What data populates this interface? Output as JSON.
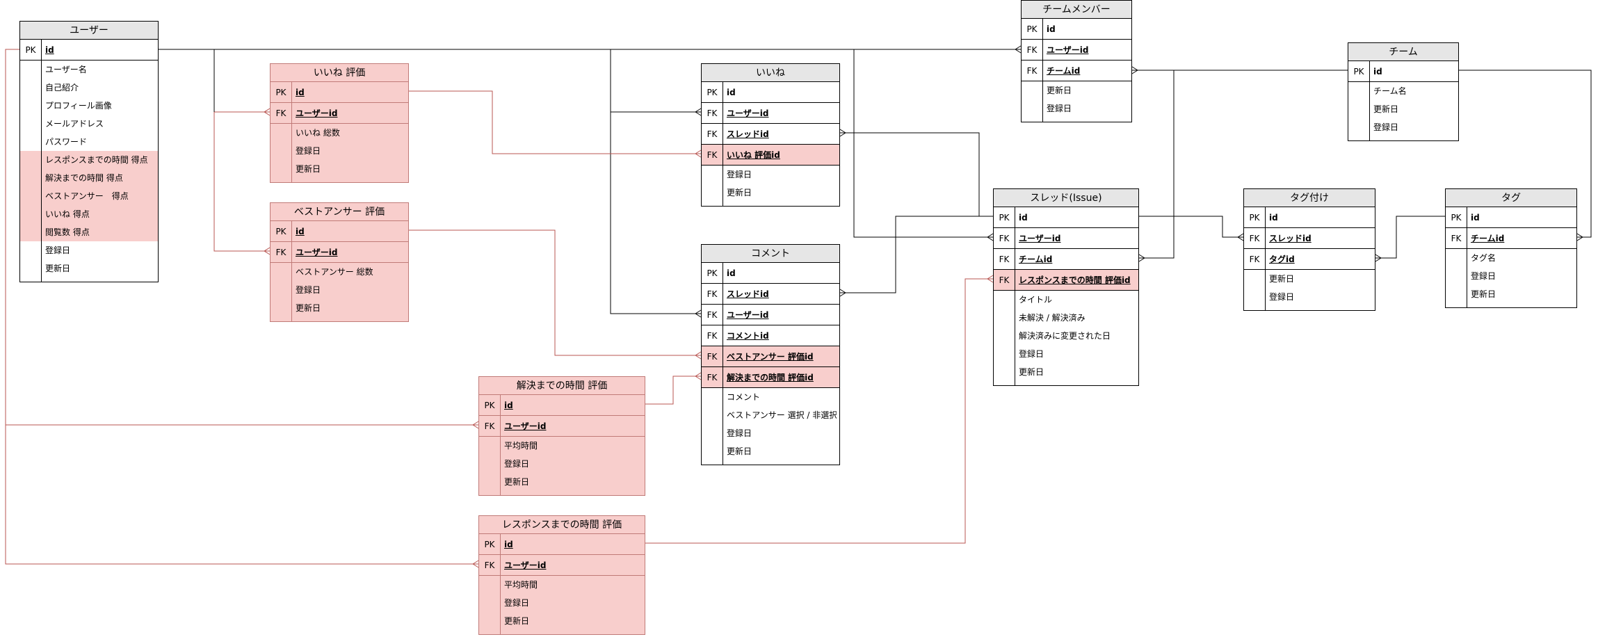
{
  "entities": [
    {
      "id": "user",
      "title": "ユーザー",
      "pink": false,
      "keys": [
        {
          "k": "PK",
          "n": "id",
          "u": true
        }
      ],
      "fields": [
        {
          "n": "ユーザー名"
        },
        {
          "n": "自己紹介"
        },
        {
          "n": "プロフィール画像"
        },
        {
          "n": "メールアドレス"
        },
        {
          "n": "パスワード"
        },
        {
          "n": "レスポンスまでの時間 得点",
          "hl": true
        },
        {
          "n": "解決までの時間 得点",
          "hl": true
        },
        {
          "n": "ベストアンサー　得点",
          "hl": true
        },
        {
          "n": "いいね 得点",
          "hl": true
        },
        {
          "n": "閲覧数 得点",
          "hl": true
        },
        {
          "n": "登録日"
        },
        {
          "n": "更新日"
        }
      ]
    },
    {
      "id": "like_eval",
      "title": "いいね 評価",
      "pink": true,
      "keys": [
        {
          "k": "PK",
          "n": "id",
          "u": true
        },
        {
          "k": "FK",
          "n": "ユーザーid",
          "u": true
        }
      ],
      "fields": [
        {
          "n": "いいね 総数"
        },
        {
          "n": "登録日"
        },
        {
          "n": "更新日"
        }
      ]
    },
    {
      "id": "ba_eval",
      "title": "ベストアンサー 評価",
      "pink": true,
      "keys": [
        {
          "k": "PK",
          "n": "id",
          "u": true
        },
        {
          "k": "FK",
          "n": "ユーザーid",
          "u": true
        }
      ],
      "fields": [
        {
          "n": "ベストアンサー 総数"
        },
        {
          "n": "登録日"
        },
        {
          "n": "更新日"
        }
      ]
    },
    {
      "id": "resolve_eval",
      "title": "解決までの時間 評価",
      "pink": true,
      "keys": [
        {
          "k": "PK",
          "n": "id",
          "u": true
        },
        {
          "k": "FK",
          "n": "ユーザーid",
          "u": true
        }
      ],
      "fields": [
        {
          "n": "平均時間"
        },
        {
          "n": "登録日"
        },
        {
          "n": "更新日"
        }
      ]
    },
    {
      "id": "response_eval",
      "title": "レスポンスまでの時間 評価",
      "pink": true,
      "keys": [
        {
          "k": "PK",
          "n": "id",
          "u": true
        },
        {
          "k": "FK",
          "n": "ユーザーid",
          "u": true
        }
      ],
      "fields": [
        {
          "n": "平均時間"
        },
        {
          "n": "登録日"
        },
        {
          "n": "更新日"
        }
      ]
    },
    {
      "id": "like",
      "title": "いいね",
      "pink": false,
      "keys": [
        {
          "k": "PK",
          "n": "id",
          "u": false
        },
        {
          "k": "FK",
          "n": "ユーザーid",
          "u": true
        },
        {
          "k": "FK",
          "n": "スレッドid",
          "u": true
        },
        {
          "k": "FK",
          "n": "いいね 評価id",
          "u": true,
          "hl": true
        }
      ],
      "fields": [
        {
          "n": "登録日"
        },
        {
          "n": "更新日"
        }
      ]
    },
    {
      "id": "comment",
      "title": "コメント",
      "pink": false,
      "keys": [
        {
          "k": "PK",
          "n": "id",
          "u": false
        },
        {
          "k": "FK",
          "n": "スレッドid",
          "u": true
        },
        {
          "k": "FK",
          "n": "ユーザーid",
          "u": true
        },
        {
          "k": "FK",
          "n": "コメントid",
          "u": true
        },
        {
          "k": "FK",
          "n": "ベストアンサー 評価id",
          "u": true,
          "hl": true
        },
        {
          "k": "FK",
          "n": "解決までの時間 評価id",
          "u": true,
          "hl": true
        }
      ],
      "fields": [
        {
          "n": "コメント"
        },
        {
          "n": "ベストアンサー 選択 / 非選択"
        },
        {
          "n": "登録日"
        },
        {
          "n": "更新日"
        }
      ]
    },
    {
      "id": "team_member",
      "title": "チームメンバー",
      "pink": false,
      "keys": [
        {
          "k": "PK",
          "n": "id",
          "u": false
        },
        {
          "k": "FK",
          "n": "ユーザーid",
          "u": true
        },
        {
          "k": "FK",
          "n": "チームid",
          "u": true
        }
      ],
      "fields": [
        {
          "n": "更新日"
        },
        {
          "n": "登録日"
        }
      ]
    },
    {
      "id": "team",
      "title": "チーム",
      "pink": false,
      "keys": [
        {
          "k": "PK",
          "n": "id",
          "u": false
        }
      ],
      "fields": [
        {
          "n": "チーム名"
        },
        {
          "n": "更新日"
        },
        {
          "n": "登録日"
        }
      ]
    },
    {
      "id": "thread",
      "title": "スレッド(Issue)",
      "pink": false,
      "keys": [
        {
          "k": "PK",
          "n": "id",
          "u": false
        },
        {
          "k": "FK",
          "n": "ユーザーid",
          "u": true
        },
        {
          "k": "FK",
          "n": "チームid",
          "u": true
        },
        {
          "k": "FK",
          "n": "レスポンスまでの時間 評価id",
          "u": true,
          "hl": true
        }
      ],
      "fields": [
        {
          "n": "タイトル"
        },
        {
          "n": "未解決 / 解決済み"
        },
        {
          "n": "解決済みに変更された日"
        },
        {
          "n": "登録日"
        },
        {
          "n": "更新日"
        }
      ]
    },
    {
      "id": "tagging",
      "title": "タグ付け",
      "pink": false,
      "keys": [
        {
          "k": "PK",
          "n": "id",
          "u": false
        },
        {
          "k": "FK",
          "n": "スレッドid",
          "u": true
        },
        {
          "k": "FK",
          "n": "タグid",
          "u": true
        }
      ],
      "fields": [
        {
          "n": "更新日"
        },
        {
          "n": "登録日"
        }
      ]
    },
    {
      "id": "tag",
      "title": "タグ",
      "pink": false,
      "keys": [
        {
          "k": "PK",
          "n": "id",
          "u": false
        },
        {
          "k": "FK",
          "n": "チームid",
          "u": true
        }
      ],
      "fields": [
        {
          "n": "タグ名"
        },
        {
          "n": "登録日"
        },
        {
          "n": "更新日"
        }
      ]
    }
  ],
  "colors": {
    "line": "#000000",
    "pink_line": "#b85450",
    "pink_fill": "#f8cecc",
    "header_fill": "#e6e6e6"
  }
}
